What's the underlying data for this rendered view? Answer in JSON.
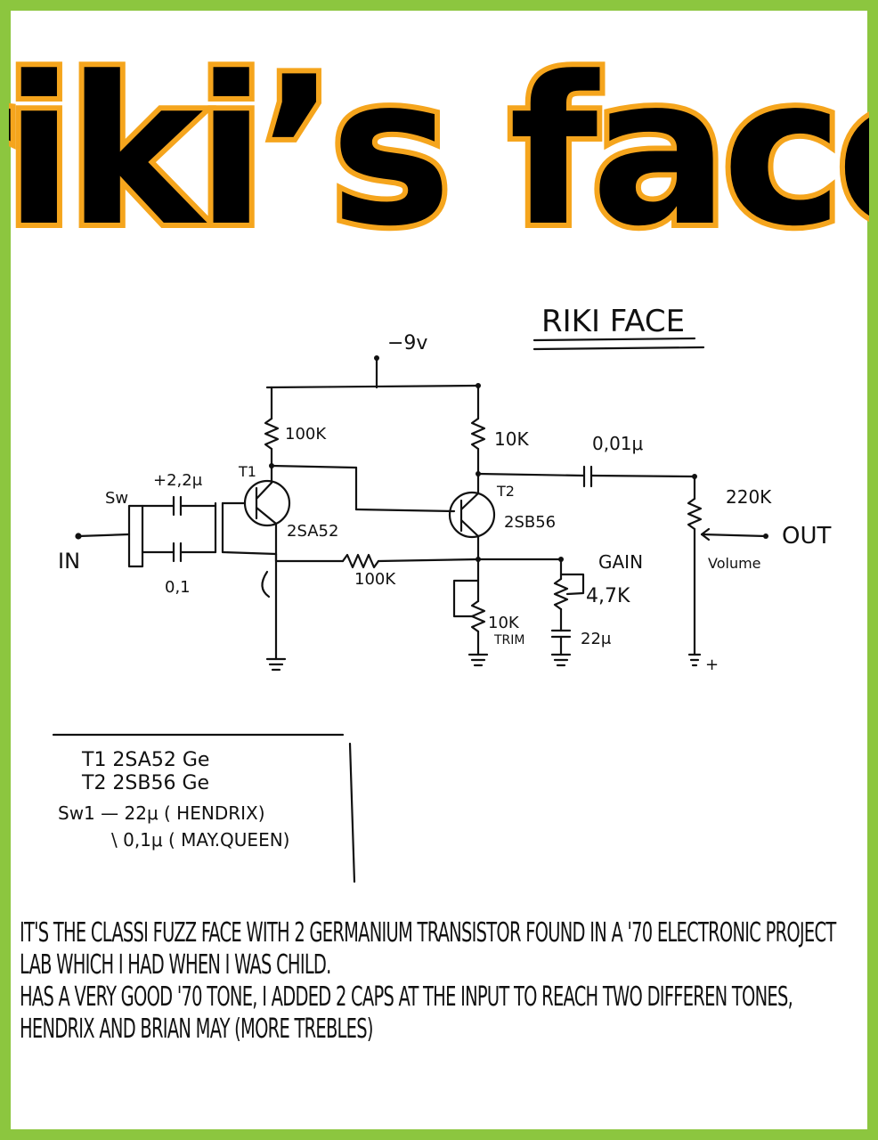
{
  "title": "riki’s face",
  "colors": {
    "frame": "#8cc63f",
    "title_fill": "#000000",
    "title_outline": "#f5a51d"
  },
  "schematic": {
    "heading": "RIKI FACE",
    "supply": "−9v",
    "labels": {
      "r1": "100K",
      "r2": "10K",
      "c_out": "0,01μ",
      "pot_vol": "220K",
      "vol_word": "Volume",
      "out": "OUT",
      "sw": "Sw",
      "in": "IN",
      "c_in_top": "+2,2μ",
      "c_in_bot": "0,1",
      "t1": "T1",
      "t1_model": "2SA52",
      "t2": "T2",
      "t2_model": "2SB56",
      "r_fb": "100K",
      "gain": "GAIN",
      "gain_pot": "4,7K",
      "trim": "10K",
      "trim_word": "TRIM",
      "c_gain": "22μ",
      "plus": "+"
    },
    "notes": [
      "T1 2SA52   Ge",
      "T2 2SB56   Ge",
      "Sw1 — 22μ ( HENDRIX)",
      "\\ 0,1μ ( MAY.QUEEN)"
    ]
  },
  "description": [
    "It's the classi fuzz face with 2 germanium transistor found in a '70 electronic project",
    "lab which I had when I was child.",
    "Has a very good '70 tone, I added 2 caps at the input to reach two differen tones,",
    "Hendrix and Brian May (more trebles)"
  ]
}
